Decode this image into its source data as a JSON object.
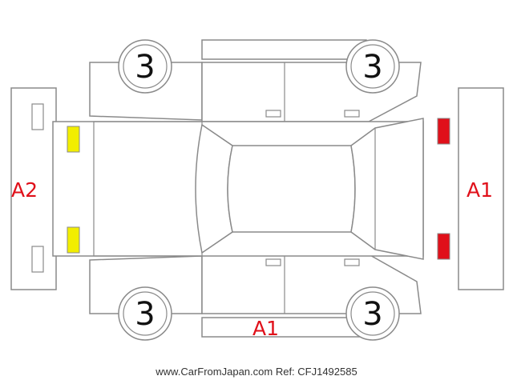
{
  "wheels": {
    "front_left": "3",
    "front_right": "3",
    "rear_left": "3",
    "rear_right": "3"
  },
  "damage_codes": {
    "rear_panel": "A2",
    "front_panel": "A1",
    "bottom_side": "A1"
  },
  "colors": {
    "code_text": "#e0101a",
    "marker_yellow": "#f2ee00",
    "marker_red": "#e0101a",
    "outline": "#8a8a8a"
  },
  "watermark": "www.CarFromJapan.com Ref: CFJ1492585"
}
